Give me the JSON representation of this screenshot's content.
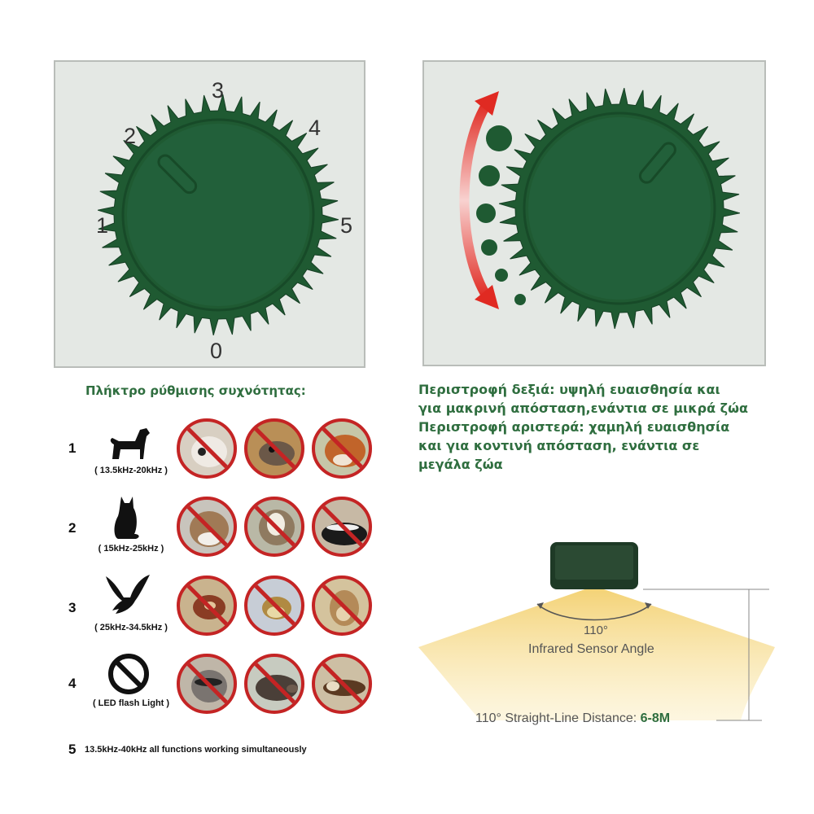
{
  "dial_numbers": [
    "0",
    "1",
    "2",
    "3",
    "4",
    "5"
  ],
  "frequency_title": "Πλήκτρο ρύθμισης συχνότητας:",
  "rotation_description": [
    "Περιστροφή δεξιά: υψηλή ευαισθησία και",
    "για μακρινή απόσταση,ενάντια σε μικρά ζώα",
    "Περιστροφή αριστερά: χαμηλή ευαισθησία",
    "και για κοντινή απόσταση, ενάντια σε",
    "μεγάλα ζώα"
  ],
  "modes": [
    {
      "number": "1",
      "icon": "dog-icon",
      "label": "( 13.5kHz-20kHz )",
      "animals": [
        "dog",
        "rat",
        "fox"
      ]
    },
    {
      "number": "2",
      "icon": "cat-icon",
      "label": "( 15kHz-25kHz )",
      "animals": [
        "cat",
        "badger",
        "skunk"
      ]
    },
    {
      "number": "3",
      "icon": "bird-icon",
      "label": "( 25kHz-34.5kHz )",
      "animals": [
        "bird",
        "sparrow",
        "squirrel"
      ]
    },
    {
      "number": "4",
      "icon": "no-sign-icon",
      "label": "( LED flash Light )",
      "animals": [
        "raccoon",
        "boar",
        "weasel"
      ]
    }
  ],
  "mode5": {
    "number": "5",
    "text": "13.5kHz-40kHz all functions working simultaneously"
  },
  "sensor": {
    "angle_value": "110°",
    "angle_label": "Infrared Sensor Angle",
    "distance_prefix": "110°  Straight-Line Distance: ",
    "distance_value": "6-8M"
  },
  "colors": {
    "dial_green": "#1f5a32",
    "panel_bg": "#e4e8e4",
    "accent_green": "#2f6e3f",
    "prohibit_red": "#c42424",
    "arrow_red": "#e02a22",
    "beam_yellow": "#f6d77a"
  }
}
